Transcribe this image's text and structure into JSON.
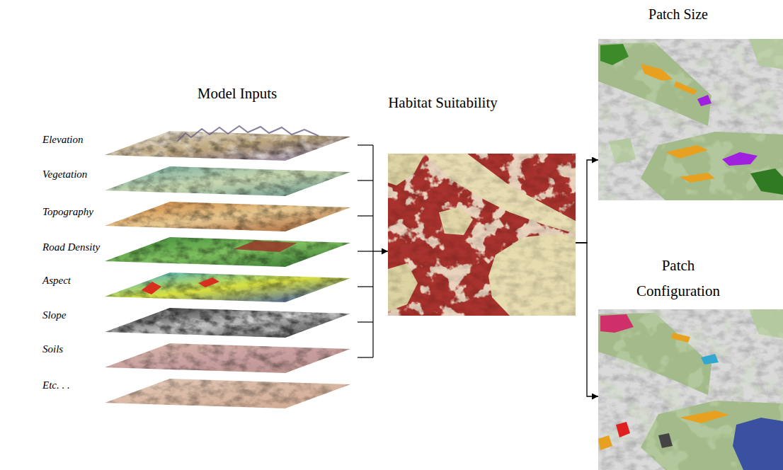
{
  "diagram": {
    "nodes": [
      {
        "text": [
          "Model Inputs"
        ]
      },
      {
        "text": [
          "Habitat Suitability"
        ]
      },
      {
        "text": [
          "Patch Size"
        ]
      },
      {
        "text": [
          "Patch Configuration"
        ]
      }
    ],
    "edges": [
      {
        "from": 0,
        "to": 1,
        "arrow": "to"
      },
      {
        "from": 1,
        "to": 2,
        "arrow": "to"
      },
      {
        "from": 1,
        "to": 3,
        "arrow": "to"
      }
    ],
    "labels": [
      "Elevation",
      "Vegetation",
      "Topography",
      "Road Density",
      "Aspect",
      "Slope",
      "Soils",
      "Etc. . ."
    ]
  }
}
